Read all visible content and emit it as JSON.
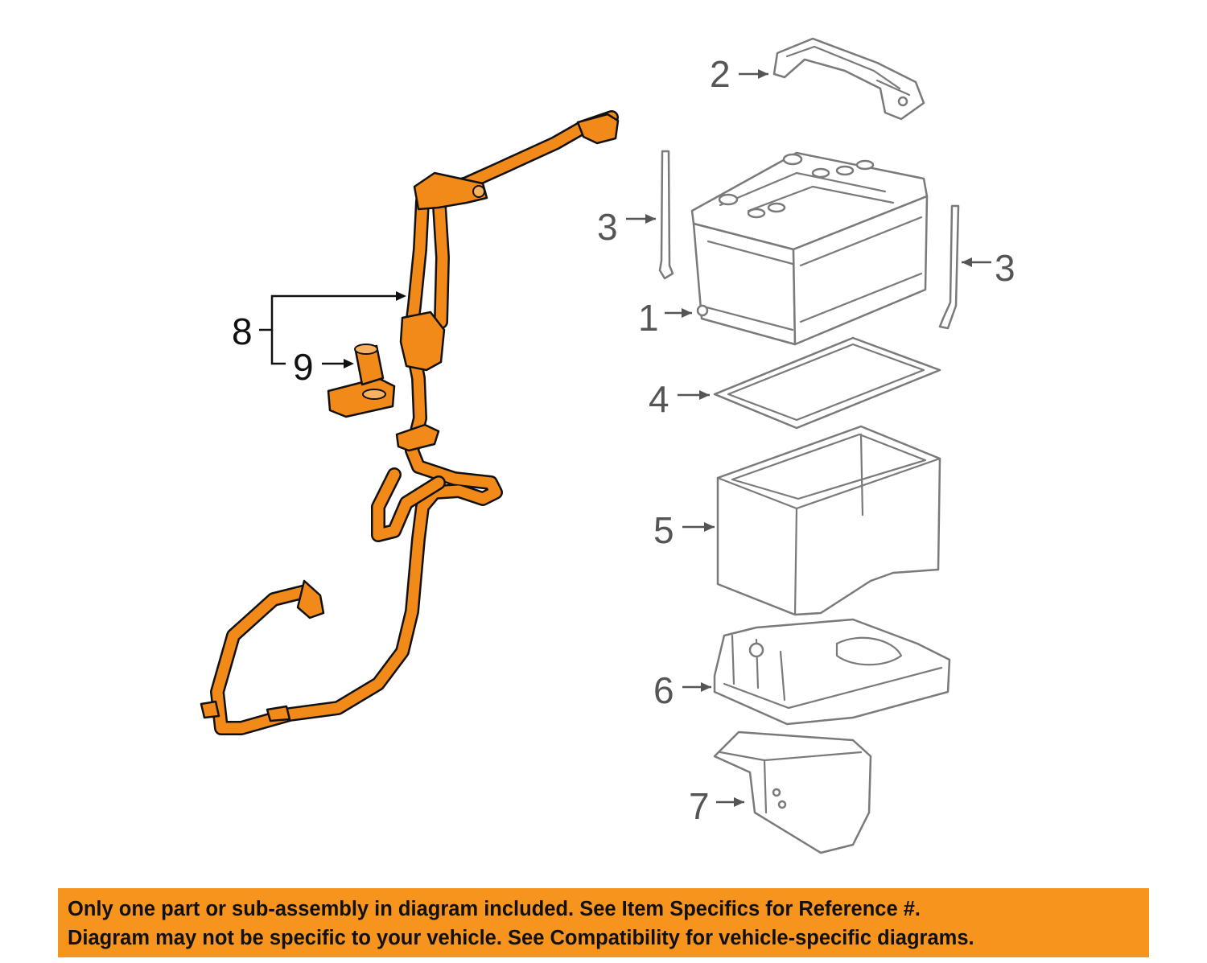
{
  "callouts": {
    "c1": "1",
    "c2": "2",
    "c3_left": "3",
    "c3_right": "3",
    "c4": "4",
    "c5": "5",
    "c6": "6",
    "c7": "7",
    "c8": "8",
    "c9": "9"
  },
  "notice": {
    "line1": "Only one part or sub-assembly in diagram included. See Item Specifics for Reference #.",
    "line2": "Diagram may not be specific to your vehicle. See Compatibility for vehicle-specific diagrams."
  },
  "colors": {
    "highlight_part": "#f28a1a",
    "notice_banner": "#f7941d",
    "line_art": "#7a7a7a"
  }
}
